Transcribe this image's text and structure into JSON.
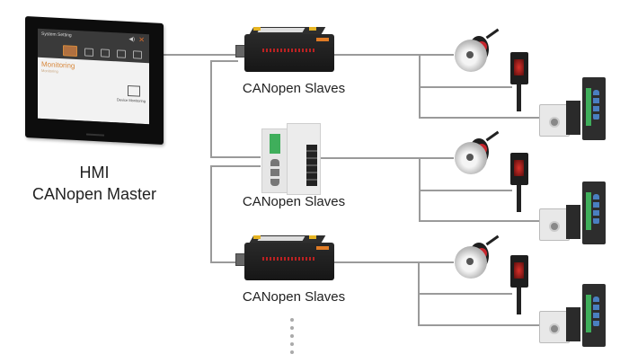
{
  "master": {
    "label_line1": "HMI",
    "label_line2": "CANopen Master",
    "screen": {
      "title": "System Setting",
      "section": "Monitoring",
      "section_sub": "Monitoring",
      "device_button": "Device Monitoring",
      "icons": [
        "monitor-icon",
        "project-icon",
        "data-icon",
        "security-icon",
        "environment-icon"
      ]
    }
  },
  "slaves": [
    {
      "label": "CANopen Slaves",
      "type": "black-io-module"
    },
    {
      "label": "CANopen Slaves",
      "type": "white-io-module"
    },
    {
      "label": "CANopen Slaves",
      "type": "black-io-module"
    }
  ],
  "devices_per_slave": [
    "rotary-encoder",
    "photoelectric-sensor",
    "stepper-motor-with-driver"
  ],
  "continuation": "more-slaves-ellipsis",
  "colors": {
    "wire": "#9a9a9a",
    "accent_orange": "#d8883c",
    "text": "#222222"
  }
}
